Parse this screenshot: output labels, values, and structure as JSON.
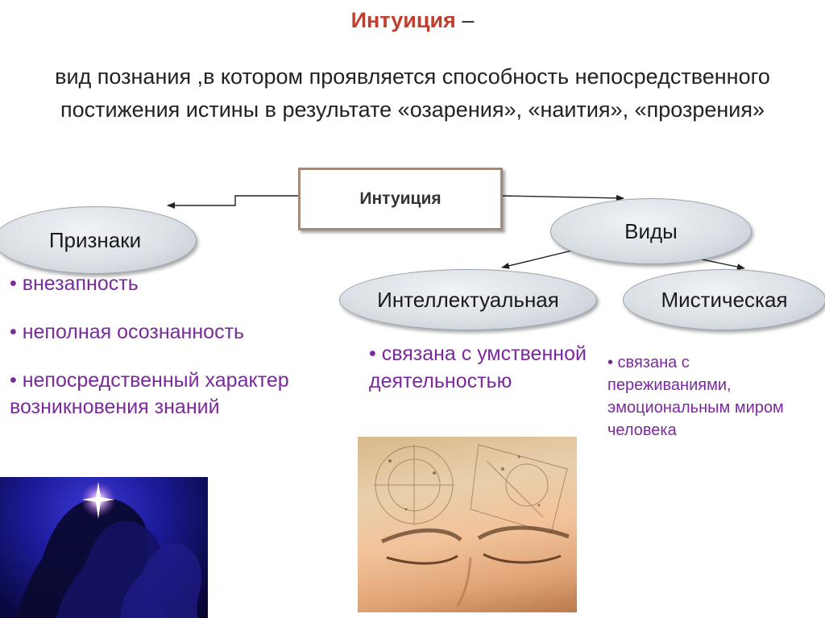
{
  "title": {
    "term": "Интуиция",
    "dash": " –"
  },
  "definition": "вид познания ,в котором проявляется способность непосредственного постижения истины в результате «озарения», «наития», «прозрения»",
  "center_box": "Интуиция",
  "nodes": {
    "priznaki": "Признаки",
    "vidy": "Виды",
    "intellectual": "Интеллектуальная",
    "mystical": "Мистическая"
  },
  "priznaki_list": [
    "• внезапность",
    "• неполная осознанность",
    "• непосредственный характер возникновения знаний"
  ],
  "intellectual_desc": "• связана с умственной деятельностью",
  "mystical_desc": "• связана с переживаниями, эмоциональным миром человека",
  "colors": {
    "term": "#c0402f",
    "list_text": "#7a2a9c",
    "box_border": "#a48a78"
  },
  "images": {
    "left": "head-silhouette-with-star",
    "right": "closed-eyes-face-with-star-charts"
  }
}
